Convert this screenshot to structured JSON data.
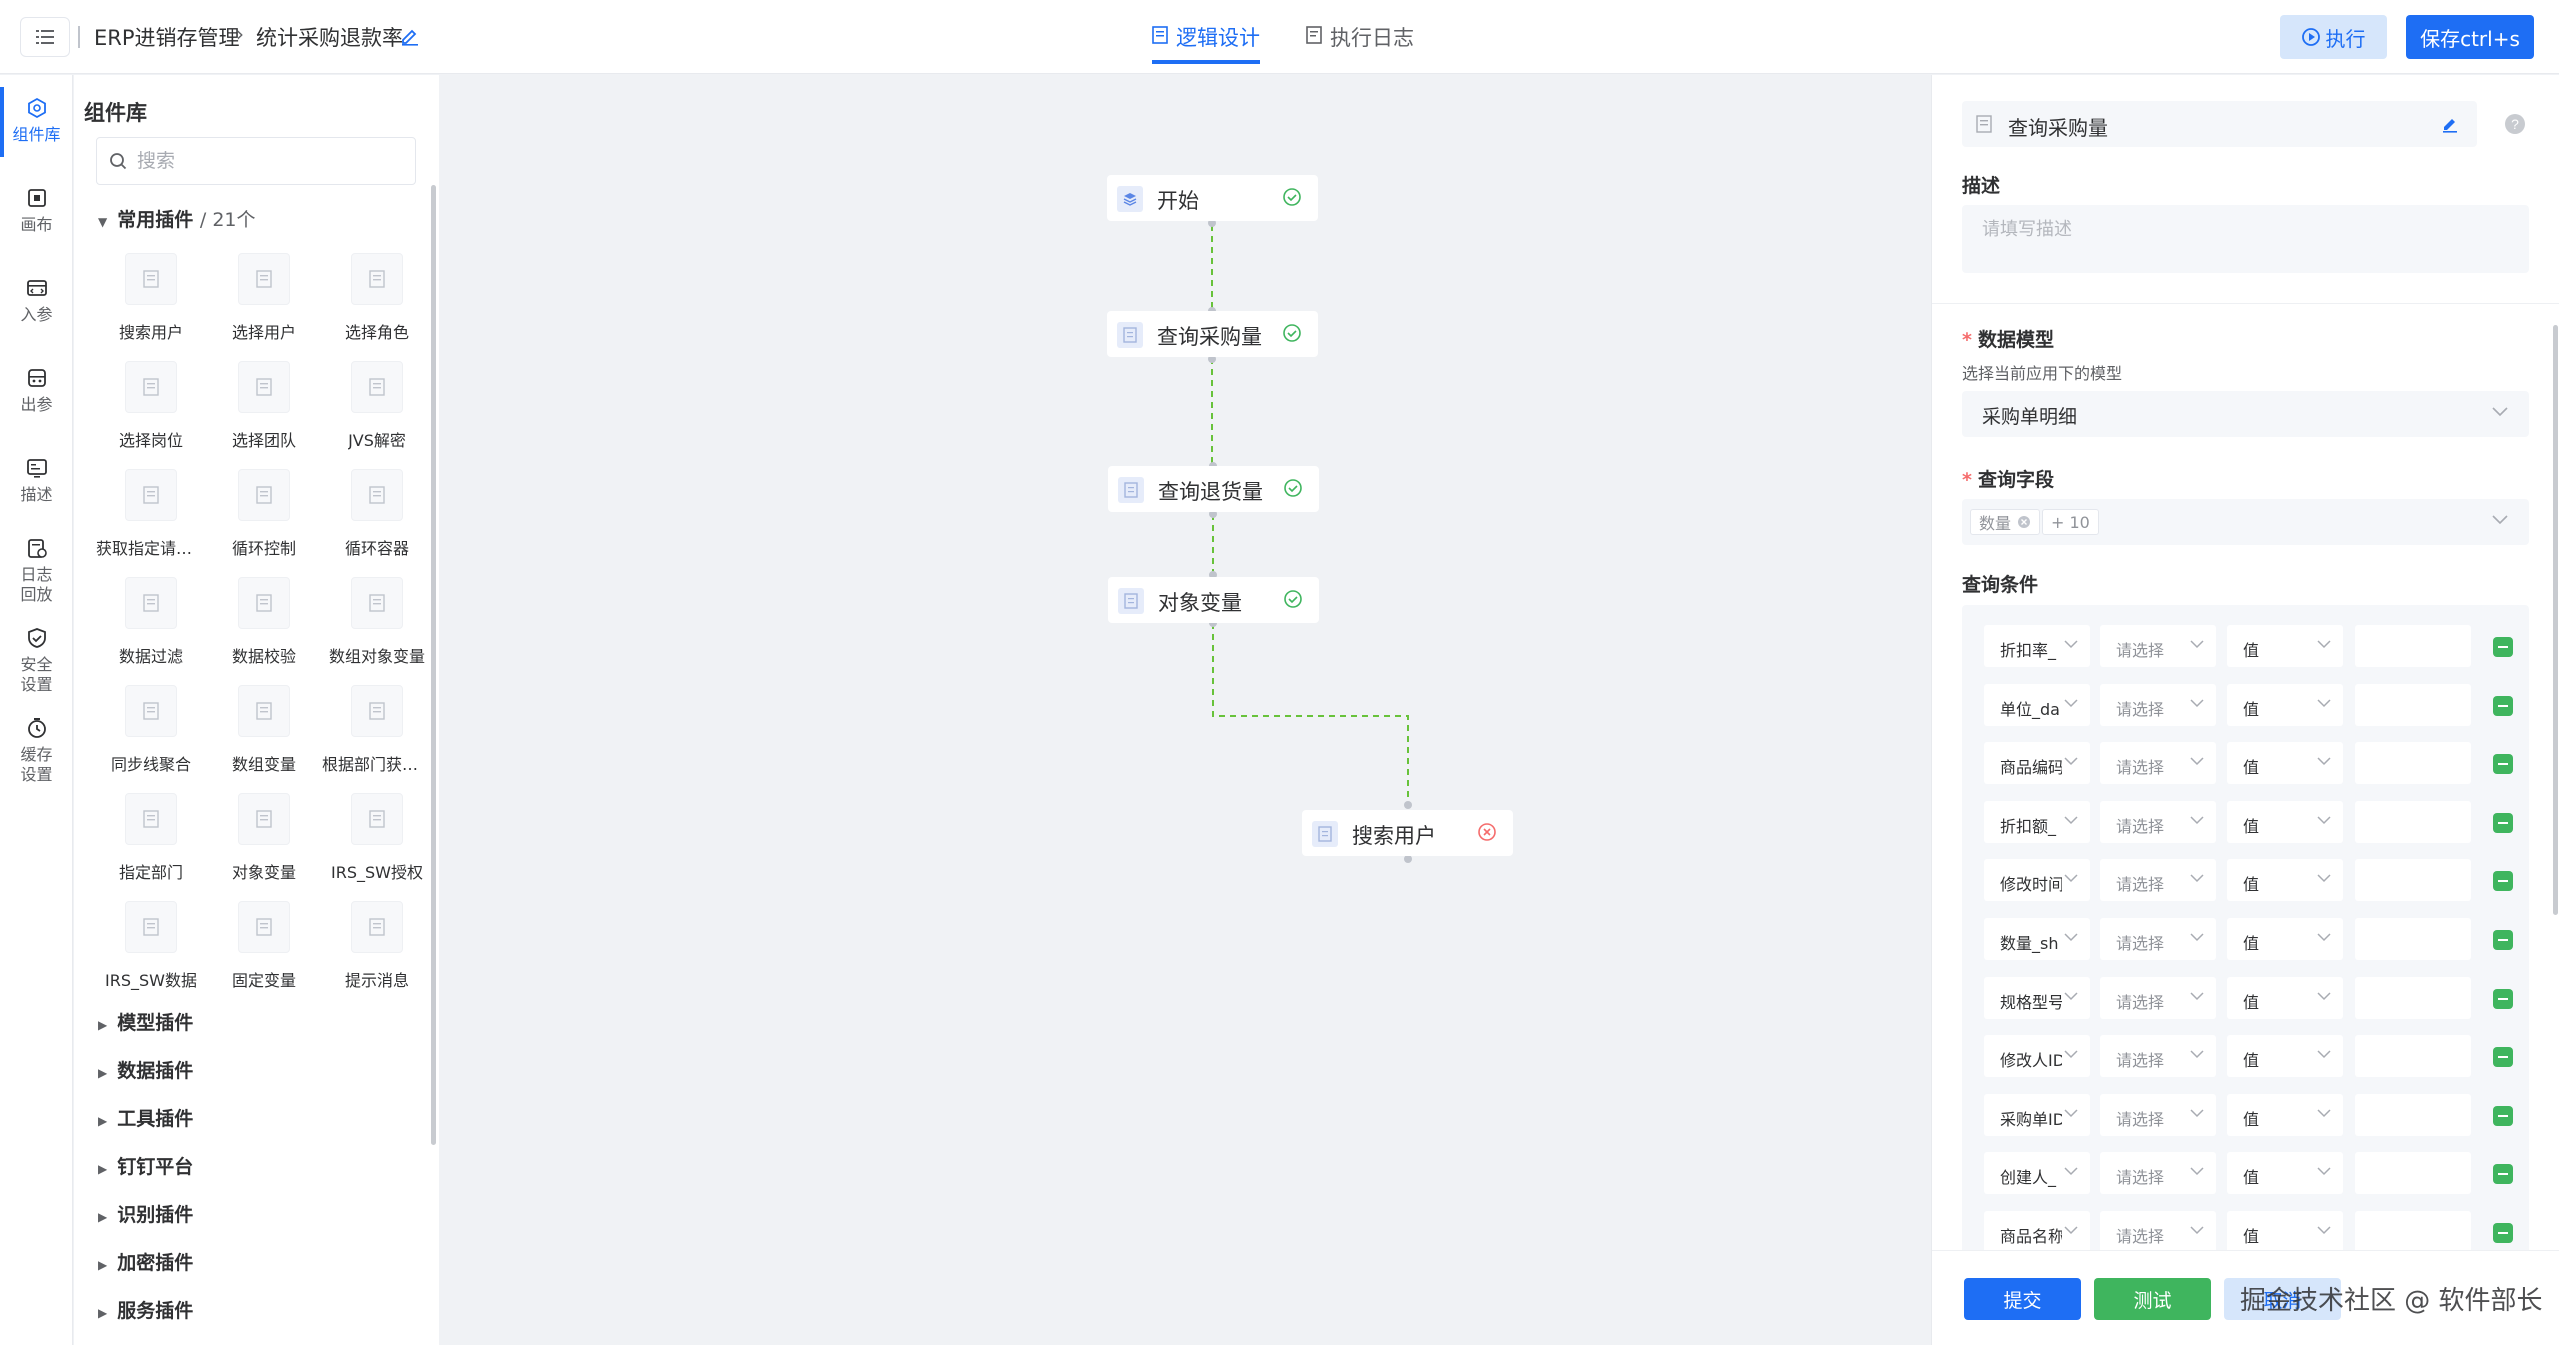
{
  "topbar": {
    "app_name": "ERP进销存管理",
    "page_name": "统计采购退款率",
    "tabs": [
      {
        "label": "逻辑设计",
        "active": true
      },
      {
        "label": "执行日志",
        "active": false
      }
    ],
    "execute_label": "执行",
    "save_label": "保存ctrl+s"
  },
  "iconbar": {
    "items": [
      {
        "label": "组件库",
        "icon": "component-icon",
        "active": true
      },
      {
        "label": "画布",
        "icon": "canvas-icon"
      },
      {
        "label": "入参",
        "icon": "input-param-icon"
      },
      {
        "label": "出参",
        "icon": "output-param-icon"
      },
      {
        "label": "描述",
        "icon": "description-icon"
      },
      {
        "label": "日志回放",
        "icon": "log-replay-icon"
      },
      {
        "label": "安全设置",
        "icon": "shield-icon"
      },
      {
        "label": "缓存设置",
        "icon": "timer-icon"
      }
    ]
  },
  "library": {
    "title": "组件库",
    "search_placeholder": "搜索",
    "open_group": {
      "name": "常用插件",
      "count": "/ 21个"
    },
    "plugins": [
      "搜索用户",
      "选择用户",
      "选择角色",
      "选择岗位",
      "选择团队",
      "JVS解密",
      "获取指定请求头",
      "循环控制",
      "循环容器",
      "数据过滤",
      "数据校验",
      "数组对象变量",
      "同步线聚合",
      "数组变量",
      "根据部门获取用户",
      "指定部门",
      "对象变量",
      "IRS_SW授权",
      "IRS_SW数据",
      "固定变量",
      "提示消息"
    ],
    "groups": [
      "模型插件",
      "数据插件",
      "工具插件",
      "钉钉平台",
      "识别插件",
      "加密插件",
      "服务插件"
    ]
  },
  "canvas": {
    "nodes": [
      {
        "label": "开始",
        "icon": "layers-icon",
        "status": "success"
      },
      {
        "label": "查询采购量",
        "icon": "doc-icon",
        "status": "success"
      },
      {
        "label": "查询退货量",
        "icon": "doc-icon",
        "status": "success"
      },
      {
        "label": "对象变量",
        "icon": "doc-icon",
        "status": "success"
      },
      {
        "label": "搜索用户",
        "icon": "doc-icon",
        "status": "error"
      }
    ]
  },
  "panel": {
    "node_name": "查询采购量",
    "desc_label": "描述",
    "desc_placeholder": "请填写描述",
    "model_label": "数据模型",
    "model_hint": "选择当前应用下的模型",
    "model_value": "采购单明细",
    "fields_label": "查询字段",
    "field_tag": "数量",
    "field_more": "+ 10",
    "cond_label": "查询条件",
    "conditions": [
      {
        "field": "折扣率_",
        "op": "请选择",
        "type": "值",
        "value": ""
      },
      {
        "field": "单位_da",
        "op": "请选择",
        "type": "值",
        "value": ""
      },
      {
        "field": "商品编码",
        "op": "请选择",
        "type": "值",
        "value": ""
      },
      {
        "field": "折扣额_",
        "op": "请选择",
        "type": "值",
        "value": ""
      },
      {
        "field": "修改时间",
        "op": "请选择",
        "type": "值",
        "value": ""
      },
      {
        "field": "数量_sh",
        "op": "请选择",
        "type": "值",
        "value": ""
      },
      {
        "field": "规格型号",
        "op": "请选择",
        "type": "值",
        "value": ""
      },
      {
        "field": "修改人ID",
        "op": "请选择",
        "type": "值",
        "value": ""
      },
      {
        "field": "采购单ID",
        "op": "请选择",
        "type": "值",
        "value": ""
      },
      {
        "field": "创建人_",
        "op": "请选择",
        "type": "值",
        "value": ""
      },
      {
        "field": "商品名称",
        "op": "请选择",
        "type": "值",
        "value": ""
      }
    ],
    "submit_label": "提交",
    "test_label": "测试",
    "cancel_label": "取消"
  },
  "watermark": "掘金技术社区 @ 软件部长",
  "colors": {
    "accent": "#1e6ef4",
    "success": "#3fb55e",
    "error": "#f56c6c",
    "edge": "#67c23a"
  }
}
